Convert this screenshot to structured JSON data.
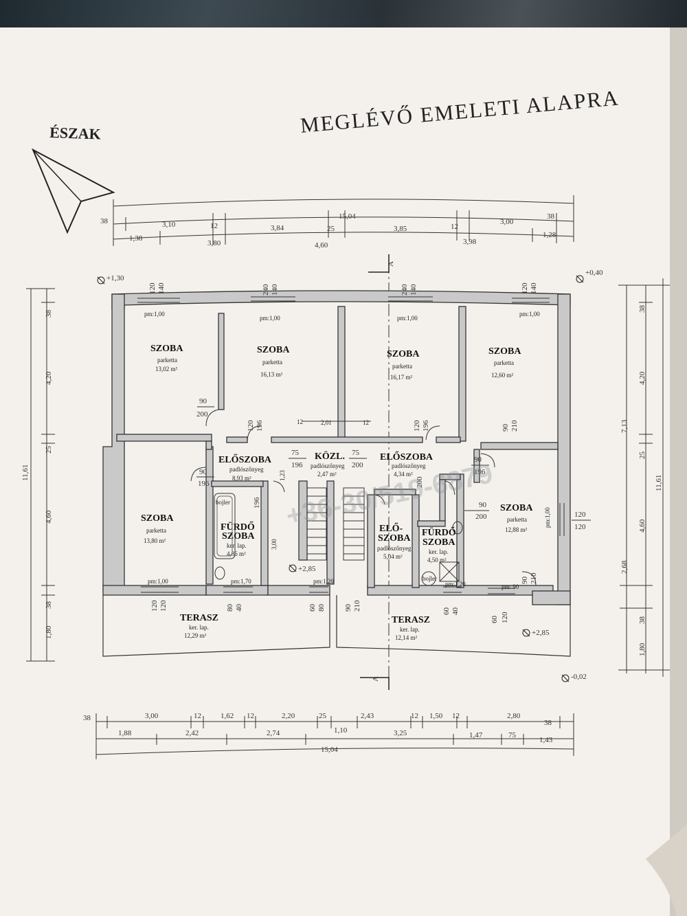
{
  "title": "MEGLÉVŐ EMELETI ALAPRA",
  "north_label": "ÉSZAK",
  "watermark": "+36-30/519-6879",
  "levels": {
    "nw": "+1,30",
    "ne": "+0,40",
    "center": "+2,85",
    "east": "+2,85",
    "se": "-0,02"
  },
  "section_label": "A",
  "top_dims": {
    "total": "15,04",
    "row1": [
      "38",
      "3,10",
      "12",
      "3,84",
      "25",
      "3,85",
      "12",
      "3,00",
      "38"
    ],
    "row2": [
      "1,38",
      "3,80",
      "4,60",
      "3,98",
      "1,28"
    ]
  },
  "bottom_dims": {
    "total": "15,04",
    "row1": [
      "38",
      "3,00",
      "12",
      "1,62",
      "12",
      "2,20",
      "25",
      "1,10",
      "2,43",
      "12",
      "1,50",
      "12",
      "2,80",
      "38"
    ],
    "row2": [
      "1,88",
      "2,42",
      "2,74",
      "3,25",
      "1,47",
      "75",
      "1,43"
    ]
  },
  "left_dims": {
    "total": "11,61",
    "parts": [
      "38",
      "4,20",
      "25",
      "4,60",
      "38",
      "1,80"
    ]
  },
  "right_dims": {
    "total": "11,61",
    "upper": "7,13",
    "lower": "2,68",
    "parts": [
      "38",
      "4,20",
      "25",
      "4,60",
      "38",
      "1,80"
    ]
  },
  "rooms": [
    {
      "name": "SZOBA",
      "floor": "parketta",
      "area": "13,02 m²"
    },
    {
      "name": "SZOBA",
      "floor": "parketta",
      "area": "16,13 m²"
    },
    {
      "name": "SZOBA",
      "floor": "parketta",
      "area": "16,17 m²"
    },
    {
      "name": "SZOBA",
      "floor": "parketta",
      "area": "12,60 m²"
    },
    {
      "name": "SZOBA",
      "floor": "parketta",
      "area": "13,80 m²"
    },
    {
      "name": "SZOBA",
      "floor": "parketta",
      "area": "12,88 m²"
    },
    {
      "name": "ELŐSZOBA",
      "floor": "padlószőnyeg",
      "area": "8,93 m²"
    },
    {
      "name": "KÖZL.",
      "floor": "padlószőnyeg",
      "area": "2,47 m²"
    },
    {
      "name": "ELŐSZOBA",
      "floor": "padlószőnyeg",
      "area": "4,34 m²"
    },
    {
      "name": "FÜRDŐ",
      "name2": "SZOBA",
      "floor": "ker. lap.",
      "area": "4,86 m²"
    },
    {
      "name": "ELŐ-",
      "name2": "SZOBA",
      "floor": "padlószőnyeg",
      "area": "5,04 m²"
    },
    {
      "name": "FÜRDŐ",
      "name2": "SZOBA",
      "floor": "ker. lap.",
      "area": "4,50 m²"
    },
    {
      "name": "TERASZ",
      "floor": "ker. lap.",
      "area": "12,29 m²"
    },
    {
      "name": "TERASZ",
      "floor": "ker. lap.",
      "area": "12,14 m²"
    }
  ],
  "sill_labels": {
    "pm100": "pm:1,00",
    "pm170": "pm:1,70",
    "pm120": "pm:1,20",
    "pm90": "pm: 90"
  },
  "openings": {
    "w120": "120",
    "w140": "140",
    "w240": "240",
    "w90": "90",
    "w200": "200",
    "w196": "196",
    "w210": "210",
    "w75": "75",
    "w80": "80",
    "w40": "40",
    "w60": "60",
    "w12": "12",
    "w201": "2,01",
    "w123": "1,23",
    "w300": "3,00"
  },
  "fixtures": {
    "boiler": "bojler"
  }
}
